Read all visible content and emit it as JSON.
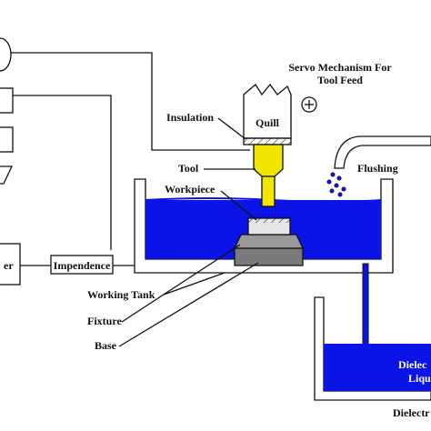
{
  "labels": {
    "servo_line1": "Servo Mechanism For",
    "servo_line2": "Tool Feed",
    "insulation": "Insulation",
    "quill": "Quill",
    "tool": "Tool",
    "workpiece": "Workpiece",
    "flushing": "Flushing",
    "impedance": "Impendence",
    "partial_box": "er",
    "working_tank": "Working Tank",
    "fixture": "Fixture",
    "base": "Base",
    "dielectric_1": "Dielec",
    "dielectric_2": "Liqu",
    "dielectric_bottom": "Dielectr"
  },
  "colors": {
    "dielectric_fluid": "#0a14e6",
    "tool": "#f2e600",
    "tank_wall": "#ffffff",
    "outline": "#111111",
    "fixture": "#8a8a8a",
    "workpiece": "#e6e6e6"
  },
  "icons": {
    "plus_sign": "plus-circle-icon",
    "quill_jagged_top": "jagged-edge",
    "flushing_nozzle": "flushing-nozzle-icon"
  }
}
